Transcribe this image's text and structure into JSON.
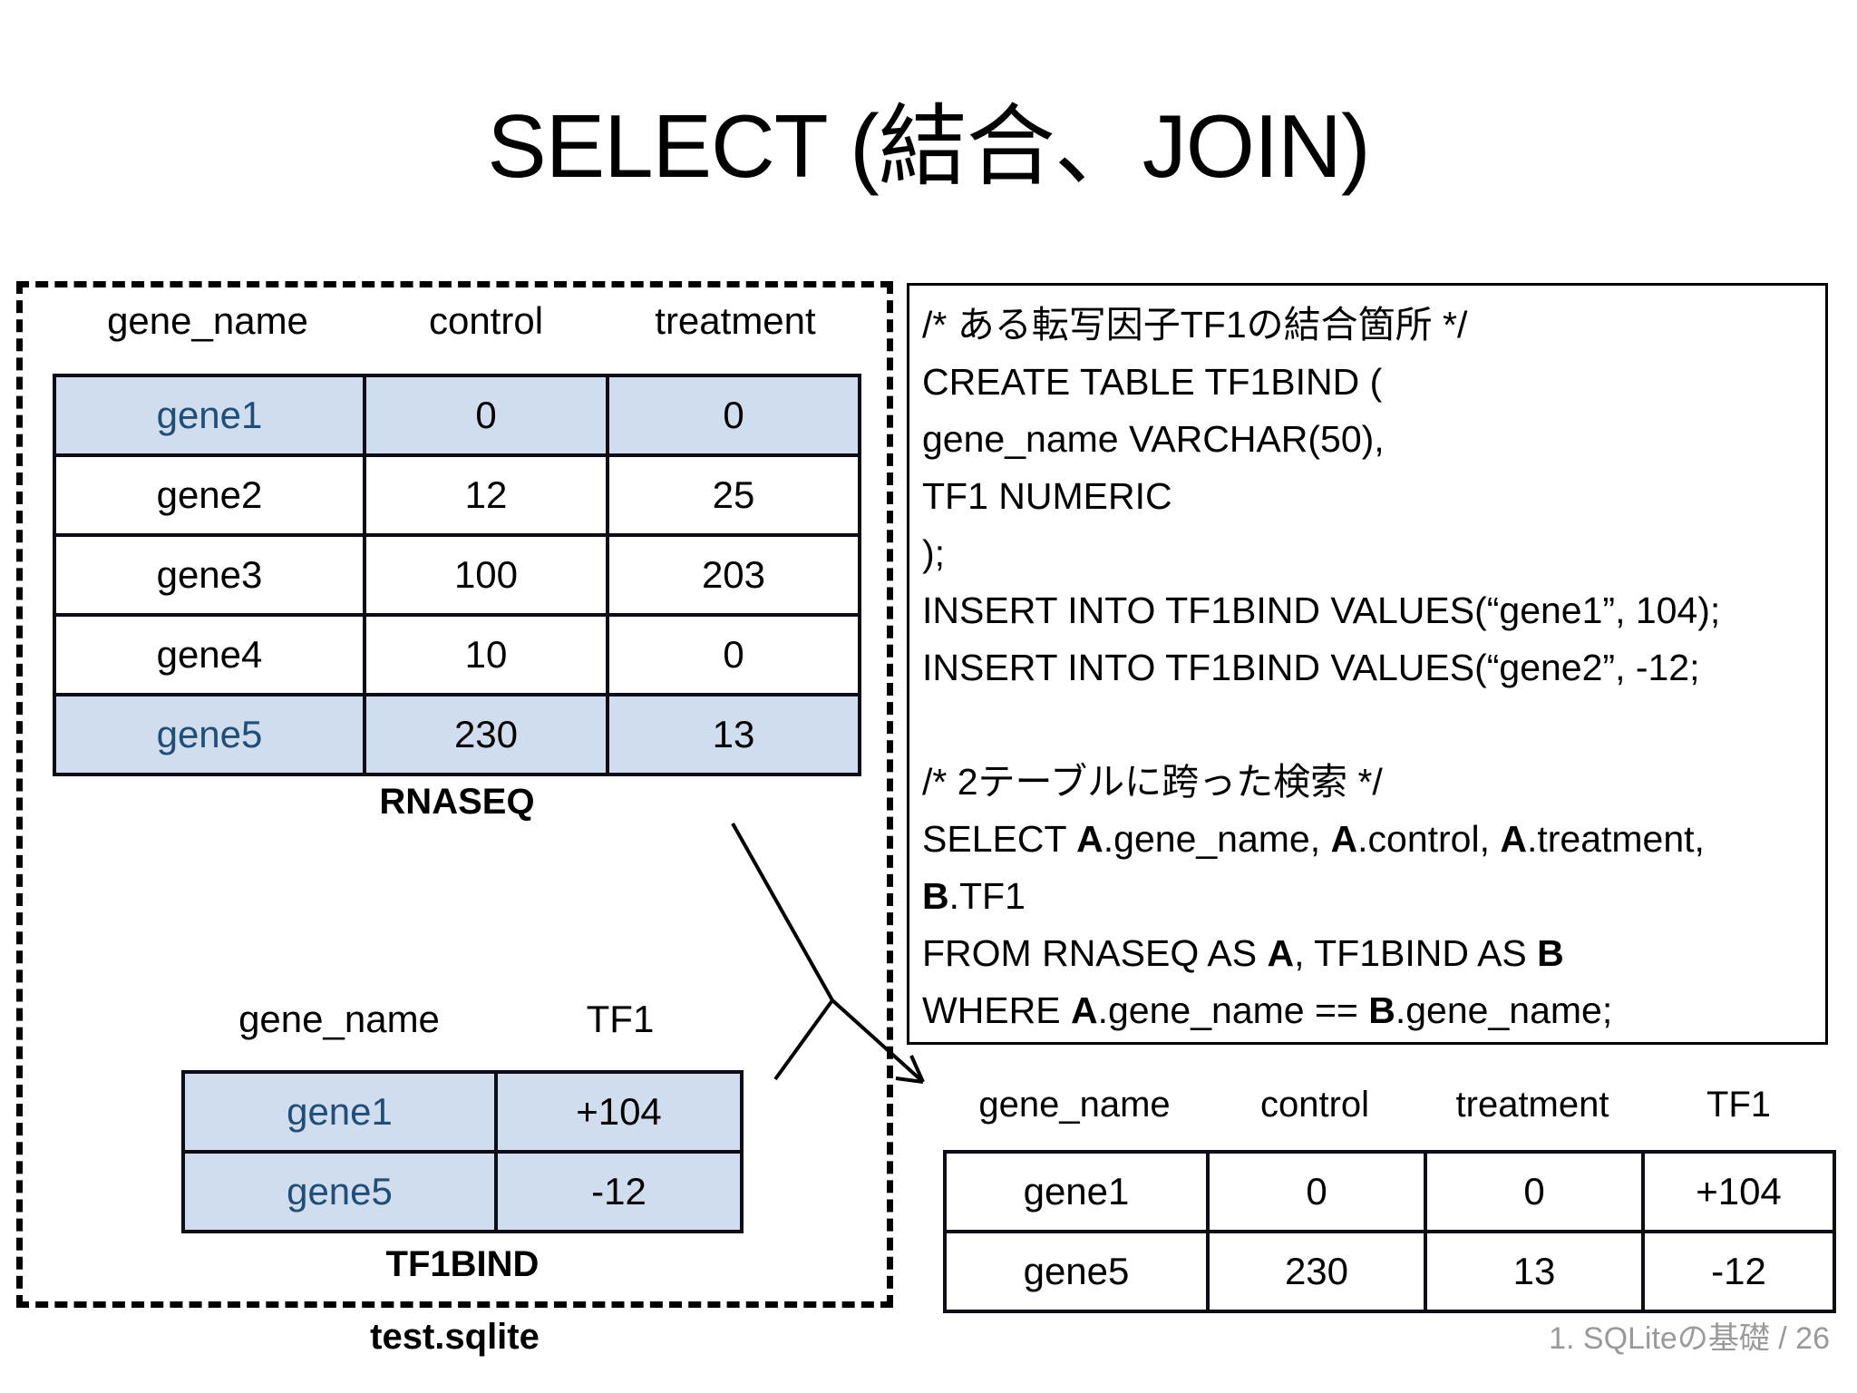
{
  "slide": {
    "title": "SELECT (結合、JOIN)",
    "footer": "1. SQLiteの基礎 / 26",
    "database_label": "test.sqlite"
  },
  "rnaseq": {
    "caption": "RNASEQ",
    "headers": [
      "gene_name",
      "control",
      "treatment"
    ],
    "rows": [
      {
        "gene_name": "gene1",
        "control": "0",
        "treatment": "0",
        "highlighted": true
      },
      {
        "gene_name": "gene2",
        "control": "12",
        "treatment": "25",
        "highlighted": false
      },
      {
        "gene_name": "gene3",
        "control": "100",
        "treatment": "203",
        "highlighted": false
      },
      {
        "gene_name": "gene4",
        "control": "10",
        "treatment": "0",
        "highlighted": false
      },
      {
        "gene_name": "gene5",
        "control": "230",
        "treatment": "13",
        "highlighted": true
      }
    ]
  },
  "tf1bind": {
    "caption": "TF1BIND",
    "headers": [
      "gene_name",
      "TF1"
    ],
    "rows": [
      {
        "gene_name": "gene1",
        "tf1": "+104",
        "highlighted": true
      },
      {
        "gene_name": "gene5",
        "tf1": "-12",
        "highlighted": true
      }
    ]
  },
  "result": {
    "headers": [
      "gene_name",
      "control",
      "treatment",
      "TF1"
    ],
    "rows": [
      {
        "gene_name": "gene1",
        "control": "0",
        "treatment": "0",
        "tf1": "+104"
      },
      {
        "gene_name": "gene5",
        "control": "230",
        "treatment": "13",
        "tf1": "-12"
      }
    ]
  },
  "sql": {
    "lines": [
      {
        "text": "/* ある転写因子TF1の結合箇所 */",
        "blank": false
      },
      {
        "text": "CREATE TABLE TF1BIND (",
        "blank": false
      },
      {
        "text": "gene_name VARCHAR(50),",
        "blank": false
      },
      {
        "text": "TF1 NUMERIC",
        "blank": false
      },
      {
        "text": ");",
        "blank": false
      },
      {
        "text": "INSERT INTO TF1BIND VALUES(“gene1”, 104);",
        "blank": false
      },
      {
        "text": "INSERT INTO TF1BIND VALUES(“gene2”, -12;",
        "blank": false
      },
      {
        "text": "",
        "blank": true
      },
      {
        "text": "/* 2テーブルに跨った検索 */",
        "blank": false
      },
      {
        "html": "SELECT <b>A</b>.gene_name, <b>A</b>.control, <b>A</b>.treatment,",
        "blank": false
      },
      {
        "html": "<b>B</b>.TF1",
        "blank": false
      },
      {
        "html": "FROM RNASEQ AS <b>A</b>, TF1BIND AS <b>B</b>",
        "blank": false
      },
      {
        "html": "WHERE <b>A</b>.gene_name == <b>B</b>.gene_name;",
        "blank": false
      }
    ]
  },
  "colors": {
    "highlight_background": "#cfddee",
    "highlight_text": "#1f4e79",
    "border": "#0d0d17",
    "footer_text": "#9a9a9a"
  }
}
